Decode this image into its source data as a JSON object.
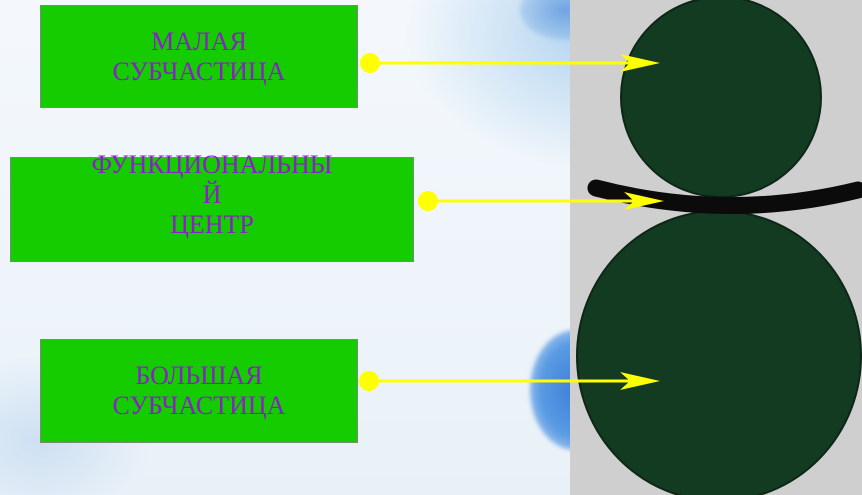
{
  "labels": {
    "small": "МАЛАЯ\nСУБЧАСТИЦА",
    "center": "ФУНКЦИОНАЛЬНЫ\nЙ\nЦЕНТР",
    "large": "БОЛЬШАЯ\nСУБЧАСТИЦА"
  },
  "colors": {
    "label_fill": "#14cc00",
    "label_text": "#8a1ec8",
    "arrow": "#ffff00",
    "subunit_fill": "#123b22",
    "groove": "#0b0b0b",
    "panel": "#cfcfcf"
  }
}
